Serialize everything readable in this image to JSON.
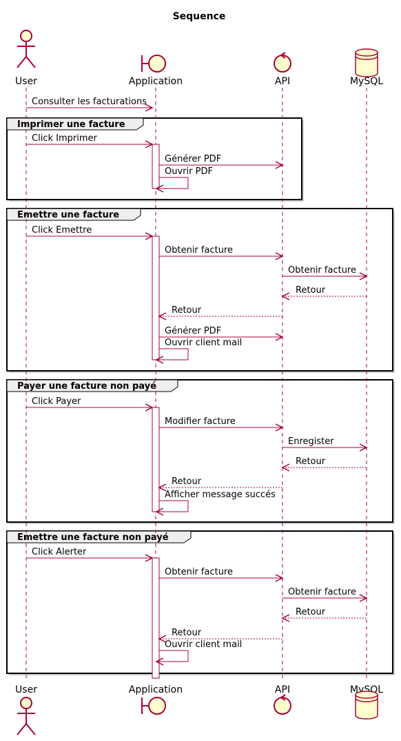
{
  "title": "Sequence",
  "colors": {
    "line": "#A80036",
    "fill": "#FEFECE",
    "frame": "#000000",
    "shadow": "#D0D0D0",
    "groupTab": "#EEEEEE"
  },
  "participants": [
    {
      "id": "user",
      "label": "User",
      "kind": "actor-icon"
    },
    {
      "id": "app",
      "label": "Application",
      "kind": "boundary-icon"
    },
    {
      "id": "api",
      "label": "API",
      "kind": "control-icon"
    },
    {
      "id": "db",
      "label": "MySQL",
      "kind": "database-icon"
    }
  ],
  "messages": [
    {
      "from": "user",
      "to": "app",
      "text": "Consulter les facturations",
      "style": "solid"
    },
    {
      "from": "user",
      "to": "app",
      "text": "Click Imprimer",
      "style": "solid"
    },
    {
      "from": "app",
      "to": "api",
      "text": "Générer PDF",
      "style": "solid"
    },
    {
      "from": "app",
      "to": "app",
      "text": "Ouvrir PDF",
      "style": "self"
    },
    {
      "from": "user",
      "to": "app",
      "text": "Click Emettre",
      "style": "solid"
    },
    {
      "from": "app",
      "to": "api",
      "text": "Obtenir facture",
      "style": "solid"
    },
    {
      "from": "api",
      "to": "db",
      "text": "Obtenir facture",
      "style": "solid"
    },
    {
      "from": "db",
      "to": "api",
      "text": "Retour",
      "style": "dashed"
    },
    {
      "from": "api",
      "to": "app",
      "text": "Retour",
      "style": "dashed"
    },
    {
      "from": "app",
      "to": "api",
      "text": "Générer PDF",
      "style": "solid"
    },
    {
      "from": "app",
      "to": "app",
      "text": "Ouvrir client mail",
      "style": "self"
    },
    {
      "from": "user",
      "to": "app",
      "text": "Click Payer",
      "style": "solid"
    },
    {
      "from": "app",
      "to": "api",
      "text": "Modifier facture",
      "style": "solid"
    },
    {
      "from": "api",
      "to": "db",
      "text": "Enregister",
      "style": "solid"
    },
    {
      "from": "db",
      "to": "api",
      "text": "Retour",
      "style": "dashed"
    },
    {
      "from": "api",
      "to": "app",
      "text": "Retour",
      "style": "dashed"
    },
    {
      "from": "app",
      "to": "app",
      "text": "Afficher message succés",
      "style": "self"
    },
    {
      "from": "user",
      "to": "app",
      "text": "Click Alerter",
      "style": "solid"
    },
    {
      "from": "app",
      "to": "api",
      "text": "Obtenir facture",
      "style": "solid"
    },
    {
      "from": "api",
      "to": "db",
      "text": "Obtenir facture",
      "style": "solid"
    },
    {
      "from": "db",
      "to": "api",
      "text": "Retour",
      "style": "dashed"
    },
    {
      "from": "api",
      "to": "app",
      "text": "Retour",
      "style": "dashed"
    },
    {
      "from": "app",
      "to": "app",
      "text": "Ouvrir client mail",
      "style": "self"
    }
  ],
  "groups": [
    {
      "label": "Imprimer une facture"
    },
    {
      "label": "Emettre une facture"
    },
    {
      "label": "Payer une facture non payé"
    },
    {
      "label": "Emettre une facture non payé"
    }
  ]
}
